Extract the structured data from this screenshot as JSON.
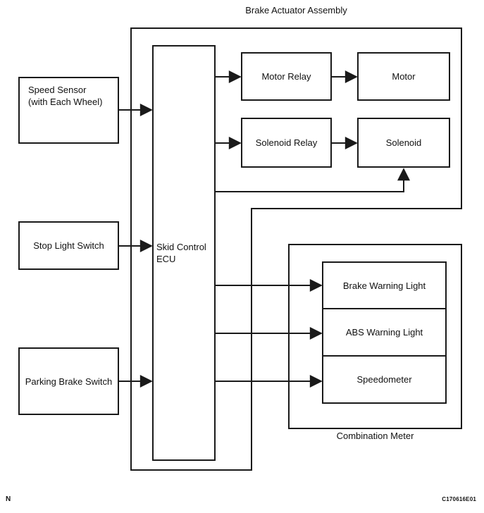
{
  "diagram": {
    "title": "Brake Actuator Assembly",
    "blocks": {
      "speed_sensor": "Speed Sensor\n(with Each Wheel)",
      "stop_light_switch": "Stop Light Switch",
      "parking_brake_switch": "Parking Brake Switch",
      "skid_control_ecu": "Skid Control\nECU",
      "motor_relay": "Motor Relay",
      "motor": "Motor",
      "solenoid_relay": "Solenoid Relay",
      "solenoid": "Solenoid",
      "brake_warning_light": "Brake Warning Light",
      "abs_warning_light": "ABS Warning Light",
      "speedometer": "Speedometer"
    },
    "groups": {
      "brake_actuator_assembly": "Brake Actuator Assembly",
      "combination_meter": "Combination Meter"
    },
    "edges": [
      {
        "from": "speed_sensor",
        "to": "skid_control_ecu"
      },
      {
        "from": "stop_light_switch",
        "to": "skid_control_ecu"
      },
      {
        "from": "parking_brake_switch",
        "to": "skid_control_ecu"
      },
      {
        "from": "skid_control_ecu",
        "to": "motor_relay"
      },
      {
        "from": "motor_relay",
        "to": "motor"
      },
      {
        "from": "skid_control_ecu",
        "to": "solenoid_relay"
      },
      {
        "from": "solenoid_relay",
        "to": "solenoid"
      },
      {
        "from": "skid_control_ecu",
        "to": "solenoid"
      },
      {
        "from": "skid_control_ecu",
        "to": "brake_warning_light"
      },
      {
        "from": "skid_control_ecu",
        "to": "abs_warning_light"
      },
      {
        "from": "skid_control_ecu",
        "to": "speedometer"
      }
    ],
    "footer": {
      "left_mark": "N",
      "figure_code": "C170616E01"
    },
    "colors": {
      "line": "#1a1a1a",
      "background": "#ffffff",
      "text": "#111111"
    }
  }
}
